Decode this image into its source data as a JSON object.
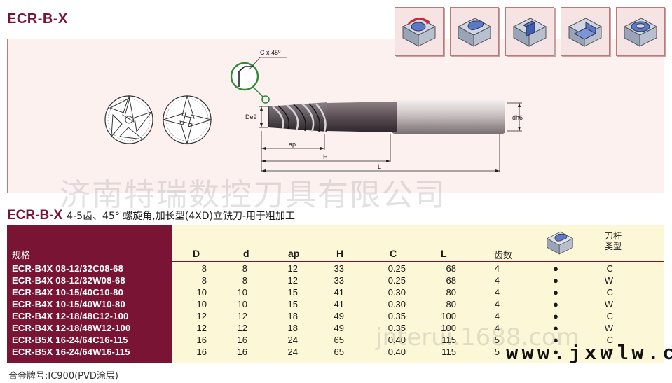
{
  "header": {
    "title": "ECR-B-X"
  },
  "machining_icons": [
    "profile-milling-icon",
    "slot-pocket-icon",
    "keyway-slot-icon",
    "step-shoulder-icon",
    "plunge-pocket-icon"
  ],
  "drawing": {
    "chamfer_label": "C x 45º",
    "dim_d": "De9",
    "dim_dh": "dh6",
    "dim_ap": "ap",
    "dim_H": "H",
    "dim_L": "L"
  },
  "section": {
    "code": "ECR-B-X",
    "description": "4-5齿、45° 螺旋角,加长型(4XD)立铣刀-用于粗加工"
  },
  "table": {
    "columns": {
      "spec": "规格",
      "D": "D",
      "d": "d",
      "ap": "ap",
      "H": "H",
      "C": "C",
      "L": "L",
      "teeth": "齿数",
      "tool_type_1": "刀杆",
      "tool_type_2": "类型"
    },
    "rows": [
      {
        "spec": "ECR-B4X 08-12/32C08-68",
        "D": "8",
        "d": "8",
        "ap": "12",
        "H": "33",
        "C": "0.25",
        "L": "68",
        "teeth": "4",
        "mark": "●",
        "type": "C"
      },
      {
        "spec": "ECR-B4X 08-12/32W08-68",
        "D": "8",
        "d": "8",
        "ap": "12",
        "H": "33",
        "C": "0.25",
        "L": "68",
        "teeth": "4",
        "mark": "●",
        "type": "W"
      },
      {
        "spec": "ECR-B4X 10-15/40C10-80",
        "D": "10",
        "d": "10",
        "ap": "15",
        "H": "41",
        "C": "0.30",
        "L": "80",
        "teeth": "4",
        "mark": "●",
        "type": "C"
      },
      {
        "spec": "ECR-B4X 10-15/40W10-80",
        "D": "10",
        "d": "10",
        "ap": "15",
        "H": "41",
        "C": "0.30",
        "L": "80",
        "teeth": "4",
        "mark": "●",
        "type": "W"
      },
      {
        "spec": "ECR-B4X 12-18/48C12-100",
        "D": "12",
        "d": "12",
        "ap": "18",
        "H": "49",
        "C": "0.35",
        "L": "100",
        "teeth": "4",
        "mark": "●",
        "type": "C"
      },
      {
        "spec": "ECR-B4X 12-18/48W12-100",
        "D": "12",
        "d": "12",
        "ap": "18",
        "H": "49",
        "C": "0.35",
        "L": "100",
        "teeth": "4",
        "mark": "●",
        "type": "W"
      },
      {
        "spec": "ECR-B5X 16-24/64C16-115",
        "D": "16",
        "d": "16",
        "ap": "24",
        "H": "65",
        "C": "0.40",
        "L": "115",
        "teeth": "5",
        "mark": "●",
        "type": "C"
      },
      {
        "spec": "ECR-B5X 16-24/64W16-115",
        "D": "16",
        "d": "16",
        "ap": "24",
        "H": "65",
        "C": "0.40",
        "L": "115",
        "teeth": "5",
        "mark": "●",
        "type": "W"
      }
    ]
  },
  "footnote": "合金牌号:IC900(PVD涂层)",
  "watermarks": {
    "company": "济南特瑞数控刀具有限公司",
    "site_1688": "jnterui.1688.com",
    "site_jxwlw": "www.jxwlw.cn"
  },
  "colors": {
    "brand": "#7a1434",
    "table_bg": "#fcf7d6",
    "drawing_bg": "#fcf1ef",
    "icon_bg": "#f6e3e3"
  }
}
